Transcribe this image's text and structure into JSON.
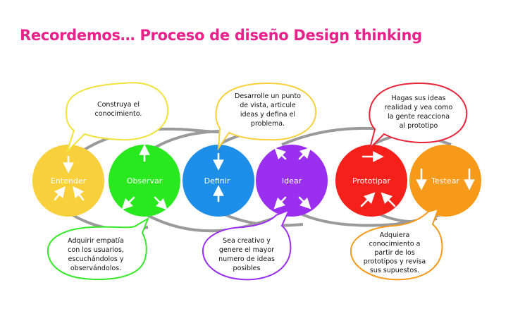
{
  "title": "Recordemos… Proceso de diseño Design thinking",
  "stages": [
    {
      "label": "Entender",
      "color": "#f7d03c",
      "text_color": "#ffffff"
    },
    {
      "label": "Observar",
      "color": "#28e81e",
      "text_color": "#1a4a1a"
    },
    {
      "label": "Definir",
      "color": "#1e8fe8",
      "text_color": "#ffffff"
    },
    {
      "label": "Idear",
      "color": "#9b2ff0",
      "text_color": "#ffffff"
    },
    {
      "label": "Prototipar",
      "color": "#f5201a",
      "text_color": "#ffffff"
    },
    {
      "label": "Testear",
      "color": "#f79a1a",
      "text_color": "#ffffff"
    }
  ],
  "bubbles": {
    "observar_top": {
      "lines": [
        "Construya el",
        "conocimiento."
      ],
      "border": "#f0e23a"
    },
    "definir_top": {
      "lines": [
        "Desarrolle un punto",
        "de vista, articule",
        "ideas y defina el",
        "problema."
      ],
      "border": "#f7d03c"
    },
    "prototipar_top": {
      "lines": [
        "Hagas sus ideas",
        "realidad y vea como",
        "la gente reacciona",
        "al prototipo"
      ],
      "border": "#e8263a"
    },
    "entender_bottom": {
      "lines": [
        "Adquirir empatía",
        "con los usuarios,",
        "escuchándolos y",
        "observándolos."
      ],
      "border": "#37e82a"
    },
    "idear_bottom": {
      "lines": [
        "Sea creativo y",
        "genere el mayor",
        "numero de ideas",
        "posibles"
      ],
      "border": "#9b2ff0"
    },
    "testear_bottom": {
      "lines": [
        "Adquiera",
        "conocimiento a",
        "partir de los",
        "prototipos y revisa",
        "sus supuestos."
      ],
      "border": "#f79a1a"
    }
  },
  "connector_color": "#9a9a9a"
}
